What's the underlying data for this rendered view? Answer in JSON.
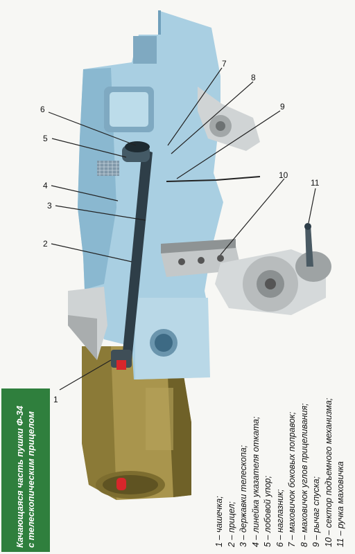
{
  "title": {
    "line1": "Качающаяся часть пушки Ф-34",
    "line2": "с телескопическим прицелом"
  },
  "callouts": [
    "1",
    "2",
    "3",
    "4",
    "5",
    "6",
    "7",
    "8",
    "9",
    "10",
    "11"
  ],
  "legend": [
    "1 – чашечка;",
    "2 – прицел;",
    "3 – державки телескопа;",
    "4 – линейка указателя отката;",
    "5 – лобовой упор;",
    "6 – наглазник;",
    "7 – маховичок боковых поправок;",
    "8 – маховичок углов прицеливания;",
    "9 – рычаг спуска;",
    "10 – сектор подъемного механизма;",
    "11 – ручка маховичка"
  ],
  "colors": {
    "body_blue": "#a9cfe2",
    "dark_blue": "#6f9fbb",
    "olive": "#a9954d",
    "olive_dark": "#6f6128",
    "gray": "#cfd3d4",
    "title_green": "#2f7f3d"
  }
}
